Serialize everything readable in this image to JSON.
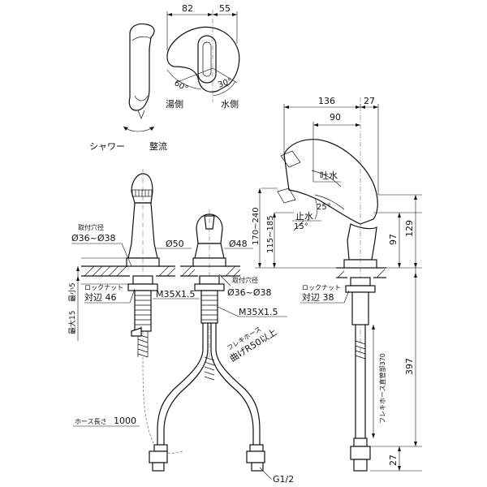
{
  "top_view": {
    "dim_82": "82",
    "dim_55": "55",
    "angle_60": "60°",
    "angle_30": "30°",
    "label_hot": "湯側",
    "label_cold": "水側"
  },
  "spout_mode": {
    "label_shower": "シャワー",
    "label_straight": "整流"
  },
  "side_view": {
    "dim_136": "136",
    "dim_27_top": "27",
    "dim_90": "90",
    "label_spout": "吐水",
    "label_stop": "止水",
    "angle_25": "25°",
    "angle_15": "15°",
    "dim_170_240": "170~240",
    "dim_115_185": "115~185",
    "dim_97": "97",
    "dim_129": "129",
    "dim_397": "397",
    "dim_27_bottom": "27",
    "flex_hose_length": "フレキホース直管部370",
    "locknut_label": "ロックナット",
    "locknut_size": "対辺 38"
  },
  "front_view": {
    "mount_hole_label": "取付穴径",
    "mount_hole_value": "Ø36~Ø38",
    "dia_50": "Ø50",
    "locknut_label": "ロックナット",
    "locknut_size": "対辺 46",
    "thread": "M35X1.5",
    "max_15": "最大15",
    "min_5": "最小5",
    "hose_length_label": "ホース長さ",
    "hose_length_value": "1000"
  },
  "rear_view": {
    "dia_48": "Ø48",
    "mount_hole_label": "取付穴径",
    "mount_hole_value": "Ø36~Ø38",
    "thread": "M35X1.5",
    "flex_hose": "フレキホース",
    "bend_radius": "曲げR50以上",
    "connection": "G1/2"
  }
}
